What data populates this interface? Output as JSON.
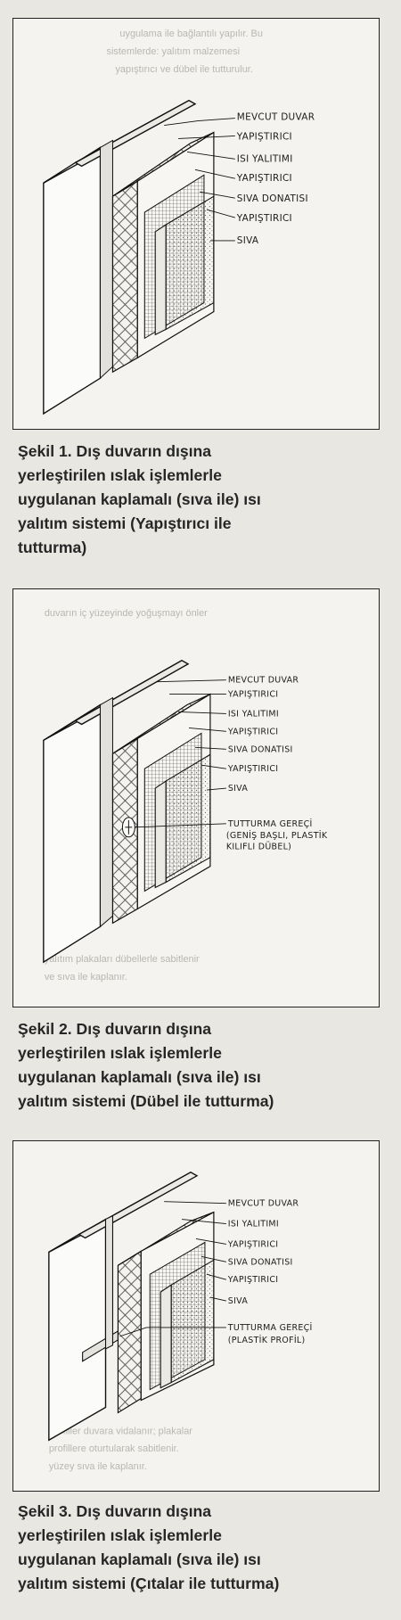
{
  "figures": [
    {
      "labels": [
        "MEVCUT DUVAR",
        "YAPIŞTIRICI",
        "ISI YALITIMI",
        "YAPIŞTIRICI",
        "SIVA DONATISI",
        "YAPIŞTIRICI",
        "SIVA"
      ],
      "caption": "Şekil 1. Dış duvarın dışına\nyerleştirilen ıslak işlemlerle\nuygulanan kaplamalı (sıva ile) ısı\nyalıtım sistemi (Yapıştırıcı ile\ntutturma)"
    },
    {
      "labels": [
        "MEVCUT DUVAR",
        "YAPIŞTIRICI",
        "ISI YALITIMI",
        "YAPIŞTIRICI",
        "SIVA DONATISI",
        "YAPIŞTIRICI",
        "SIVA"
      ],
      "fastener_label": "TUTTURMA GEREÇİ",
      "fastener_note": "(GENİŞ BAŞLI, PLASTİK\nKILIFLI DÜBEL)",
      "caption": "Şekil 2. Dış duvarın dışına\nyerleştirilen ıslak işlemlerle\nuygulanan kaplamalı (sıva ile) ısı\nyalıtım sistemi (Dübel ile tutturma)"
    },
    {
      "labels": [
        "MEVCUT DUVAR",
        "ISI YALITIMI",
        "YAPIŞTIRICI",
        "SIVA DONATISI",
        "YAPIŞTIRICI",
        "SIVA"
      ],
      "fastener_label": "TUTTURMA GEREÇİ",
      "fastener_note": "(PLASTİK PROFİL)",
      "caption": "Şekil 3. Dış duvarın dışına\nyerleştirilen ıslak işlemlerle\nuygulanan kaplamalı (sıva ile) ısı\nyalıtım sistemi (Çıtalar ile tutturma)"
    }
  ]
}
